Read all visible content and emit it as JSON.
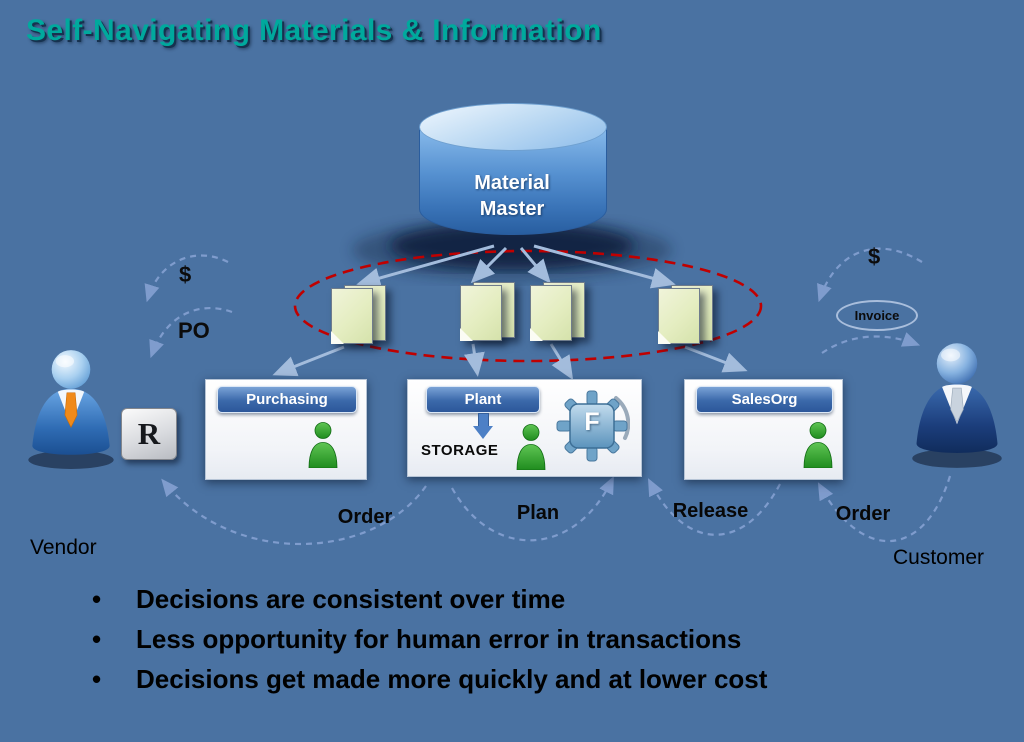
{
  "title": "Self-Navigating Materials & Information",
  "database": {
    "label": "Material Master"
  },
  "departments": {
    "purchasing": {
      "label": "Purchasing"
    },
    "plant": {
      "label": "Plant",
      "storage": "STORAGE",
      "machine_letter": "F"
    },
    "salesorg": {
      "label": "SalesOrg"
    }
  },
  "vendor": {
    "label": "Vendor",
    "icon_letter": "R",
    "dollar": "$",
    "po": "PO"
  },
  "customer": {
    "label": "Customer",
    "dollar": "$",
    "invoice": "Invoice"
  },
  "flows": {
    "order_left": "Order",
    "plan": "Plan",
    "release": "Release",
    "order_right": "Order"
  },
  "bullets": [
    "Decisions are consistent over time",
    "Less opportunity for human error in transactions",
    "Decisions get made more quickly and at lower cost"
  ],
  "colors": {
    "background": "#4a72a2",
    "title_teal": "#00a99d",
    "header_blue": "#3b69aa",
    "ellipse_red": "#c00000",
    "person_green": "#3aa832",
    "document_fill": "#e4ecc0"
  }
}
